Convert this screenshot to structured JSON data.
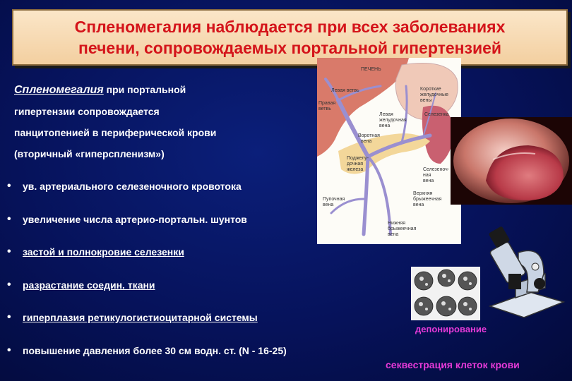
{
  "title": "Спленомегалия наблюдается при всех заболеваниях\nпечени, сопровождаемых портальной гипертензией",
  "intro": {
    "term": "Спленомегалия",
    "line1_rest": " при портальной",
    "line2": "гипертензии сопровождается",
    "line3": "панцитопенией в периферической крови",
    "line4": "(вторичный «гиперспленизм»)"
  },
  "bullets": [
    {
      "text": "ув. артериального селезеночного кровотока",
      "underlined": false
    },
    {
      "text": "увеличение  числа артерио-портальн. шунтов",
      "underlined": false
    },
    {
      "text": "застой и полнокровие селезенки",
      "underlined": true
    },
    {
      "text": "разрастание соедин. ткани",
      "underlined": true
    },
    {
      "text": "гиперплазия ретикулогистиоцитарной системы",
      "underlined": true
    },
    {
      "text": "повышение давления более 30 см водн. ст. (N - 16-25)",
      "underlined": false
    }
  ],
  "bullet_symbol": "•",
  "diagram_labels": {
    "liver": "ПЕЧЕНЬ",
    "left_vein": "Левая ветвь",
    "right_vein_1": "Правая",
    "right_vein_2": "ветвь",
    "short_gastric_1": "Короткие",
    "short_gastric_2": "желудочные",
    "short_gastric_3": "вены",
    "left_gastric_1": "Левая",
    "left_gastric_2": "желудочная",
    "left_gastric_3": "вена",
    "spleen": "Селезенка",
    "portal_1": "Воротная",
    "portal_2": "вена",
    "pancreas_1": "Поджелу-",
    "pancreas_2": "дочная",
    "pancreas_3": "железа",
    "splenic_vein_1": "Селезеноч-",
    "splenic_vein_2": "ная",
    "splenic_vein_3": "вена",
    "umbilical_1": "Пупочная",
    "umbilical_2": "вена",
    "sup_mes_1": "Верхняя",
    "sup_mes_2": "брыжеечная",
    "sup_mes_3": "вена",
    "inf_mes_1": "Нижняя",
    "inf_mes_2": "брыжеечная",
    "inf_mes_3": "вена"
  },
  "caption_deposit": "депонирование",
  "caption_sequestration": "секвестрация клеток крови",
  "colors": {
    "title_text": "#d4141a",
    "title_bg": "#fbe6c8",
    "background": "#06125a",
    "body_text": "#ffffff",
    "caption": "#e63ad8"
  }
}
